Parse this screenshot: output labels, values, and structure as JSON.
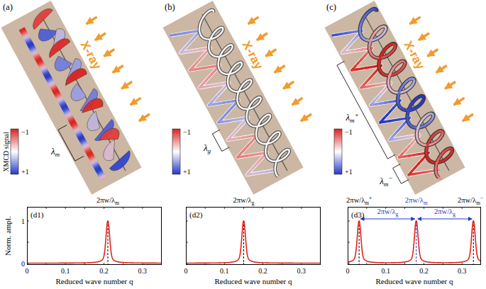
{
  "diagram": {
    "nodes": [
      {
        "text": [
          "(d1)"
        ]
      },
      {
        "text": [
          "(d2)"
        ]
      },
      {
        "text": [
          "(d3)"
        ]
      }
    ],
    "labels": [
      "(a)",
      "X-ray",
      "XMCD signal",
      "−1",
      "+1",
      "λm",
      "(b)",
      "X-ray",
      "−1",
      "+1",
      "λg",
      "(c)",
      "X-ray",
      "−1",
      "+1",
      "λm+",
      "λm−",
      "2πw/λm",
      "2πw/λg",
      "2πw/λm+",
      "2πw/λm",
      "2πw/λm−",
      "2πw/λg",
      "2πw/λg",
      "Norm. ampl.",
      "1",
      "0",
      "0",
      "0.1",
      "0.2",
      "0.3",
      "Reduced wave number q",
      "0",
      "0.1",
      "0.2",
      "0.3",
      "Reduced wave number q",
      "0",
      "0.1",
      "0.2",
      "0.3",
      "Reduced wave number q"
    ]
  }
}
